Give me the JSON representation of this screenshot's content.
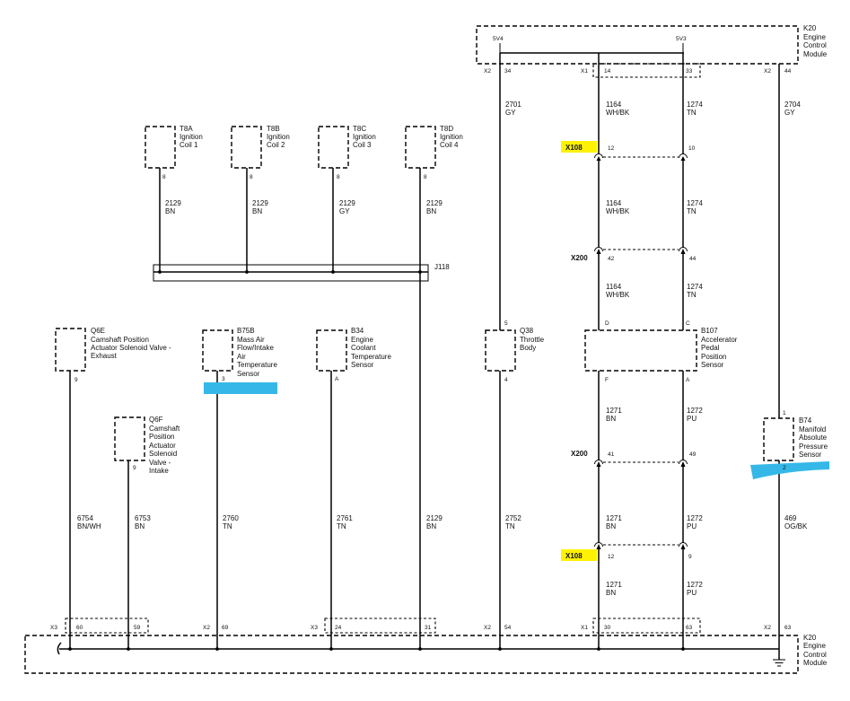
{
  "colors": {
    "line": "#000000",
    "highlight_yellow": "#fff200",
    "highlight_cyan": "#35b8e8"
  },
  "ecm_top": {
    "label": [
      "K20",
      "Engine",
      "Control",
      "Module"
    ],
    "refs": [
      "5V4",
      "5V3"
    ],
    "connectors": [
      {
        "conn": "X2",
        "pins": [
          "34"
        ]
      },
      {
        "conn": "X1",
        "pins": [
          "14",
          "33"
        ]
      },
      {
        "conn": "X2",
        "pins": [
          "44"
        ]
      }
    ]
  },
  "ignition_coils": [
    {
      "label": [
        "T8A",
        "Ignition",
        "Coil 1"
      ],
      "pin": "8",
      "circuit": "2129",
      "color": "BN"
    },
    {
      "label": [
        "T8B",
        "Ignition",
        "Coil 2"
      ],
      "pin": "8",
      "circuit": "2129",
      "color": "BN"
    },
    {
      "label": [
        "T8C",
        "Ignition",
        "Coil 3"
      ],
      "pin": "8",
      "circuit": "2129",
      "color": "GY"
    },
    {
      "label": [
        "T8D",
        "Ignition",
        "Coil 4"
      ],
      "pin": "8",
      "circuit": "2129",
      "color": "BN"
    }
  ],
  "splice": {
    "label": "J118",
    "circuit": "2129",
    "color": "BN"
  },
  "components": {
    "q6e": {
      "label": [
        "Q6E",
        "Camshaft Position",
        "Actuator Solenoid Valve -",
        "Exhaust"
      ],
      "pin": "9",
      "circuit": "6754",
      "color": "BN/WH"
    },
    "q6f": {
      "label": [
        "Q6F",
        "Camshaft",
        "Position",
        "Actuator",
        "Solenoid",
        "Valve -",
        "Intake"
      ],
      "pin": "9",
      "circuit": "6753",
      "color": "BN"
    },
    "b75b": {
      "label": [
        "B75B",
        "Mass Air",
        "Flow/Intake",
        "Air",
        "Temperature",
        "Sensor"
      ],
      "pin": "3",
      "circuit": "2760",
      "color": "TN"
    },
    "b34": {
      "label": [
        "B34",
        "Engine",
        "Coolant",
        "Temperature",
        "Sensor"
      ],
      "pin": "A",
      "circuit": "2761",
      "color": "TN"
    },
    "q38": {
      "label": [
        "Q38",
        "Throttle",
        "Body"
      ],
      "pin_in": "5",
      "pin_out": "4",
      "circuit_in": "2701",
      "color_in": "GY",
      "circuit_out": "2752",
      "color_out": "TN"
    },
    "b107": {
      "label": [
        "B107",
        "Accelerator",
        "Pedal",
        "Position",
        "Sensor"
      ],
      "pins_in": [
        "D",
        "C"
      ],
      "pins_out": [
        "F",
        "A"
      ]
    },
    "b74": {
      "label": [
        "B74",
        "Manifold",
        "Absolute",
        "Pressure",
        "Sensor"
      ],
      "pin_in": "1",
      "pin_out": "2",
      "circuit_in": "2704",
      "color_in": "GY",
      "circuit_out": "469",
      "color_out": "OG/BK"
    }
  },
  "apps_circuits": {
    "a": [
      {
        "circuit": "1164",
        "color": "WH/BK"
      },
      {
        "circuit": "1164",
        "color": "WH/BK"
      },
      {
        "circuit": "1164",
        "color": "WH/BK"
      },
      {
        "circuit": "1271",
        "color": "BN"
      },
      {
        "circuit": "1271",
        "color": "BN"
      },
      {
        "circuit": "1271",
        "color": "BN"
      }
    ],
    "b": [
      {
        "circuit": "1274",
        "color": "TN"
      },
      {
        "circuit": "1274",
        "color": "TN"
      },
      {
        "circuit": "1274",
        "color": "TN"
      },
      {
        "circuit": "1272",
        "color": "PU"
      },
      {
        "circuit": "1272",
        "color": "PU"
      },
      {
        "circuit": "1272",
        "color": "PU"
      }
    ]
  },
  "inline_connectors": [
    {
      "id": "X108",
      "pins": [
        "12",
        "10"
      ]
    },
    {
      "id": "X200",
      "pins": [
        "42",
        "44"
      ]
    },
    {
      "id": "X200",
      "pins": [
        "41",
        "49"
      ]
    },
    {
      "id": "X108",
      "pins": [
        "12",
        "9"
      ]
    }
  ],
  "ecm_bottom": {
    "label": [
      "K20",
      "Engine",
      "Control",
      "Module"
    ],
    "connectors": [
      {
        "conn": "X3",
        "pins": [
          "60",
          "59"
        ]
      },
      {
        "conn": "X2",
        "pins": [
          "69"
        ]
      },
      {
        "conn": "X3",
        "pins": [
          "24",
          "31"
        ]
      },
      {
        "conn": "X2",
        "pins": [
          "54"
        ]
      },
      {
        "conn": "X1",
        "pins": [
          "30",
          "63"
        ]
      },
      {
        "conn": "X2",
        "pins": [
          "63"
        ]
      }
    ]
  }
}
